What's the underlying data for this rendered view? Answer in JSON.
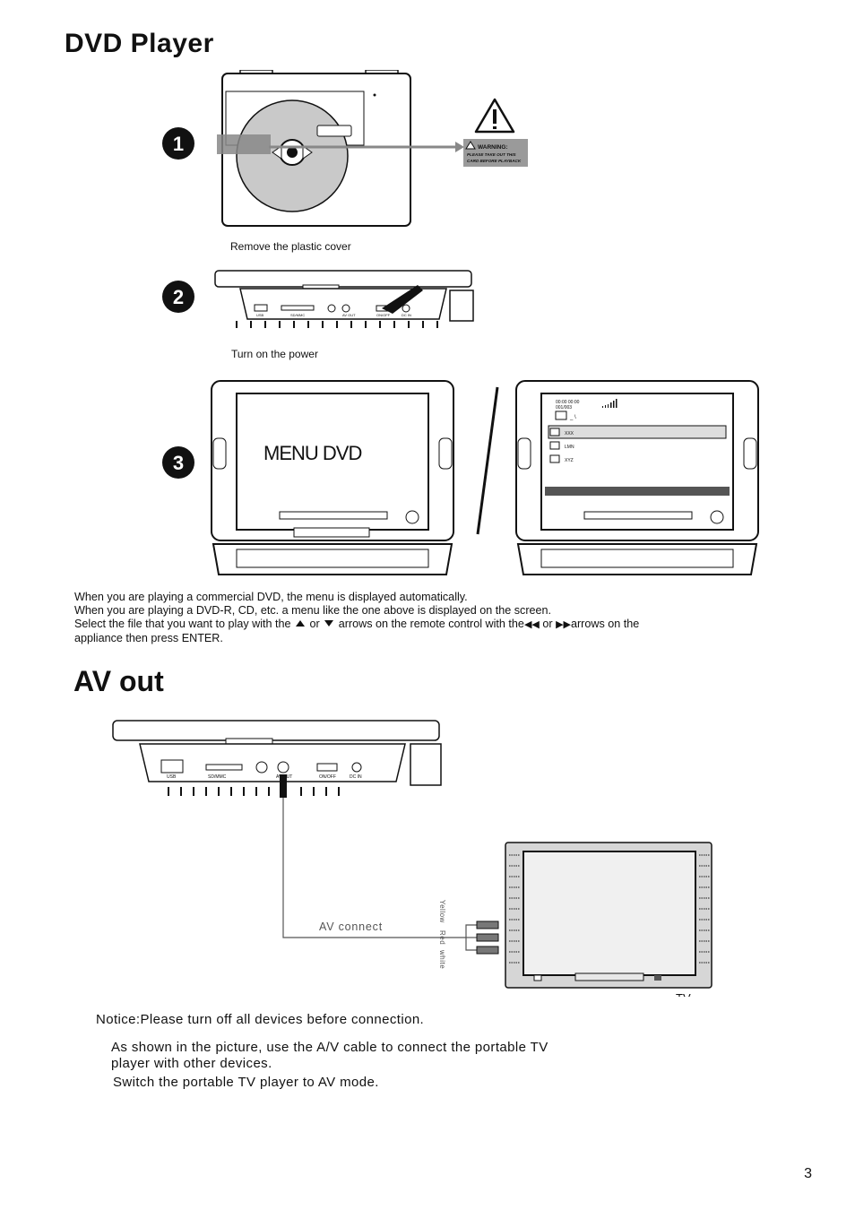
{
  "title": "DVD  Player",
  "steps": [
    {
      "number": "1",
      "caption": "Remove  the  plastic cover"
    },
    {
      "number": "2",
      "caption": "Turn  on  the  power"
    },
    {
      "number": "3"
    }
  ],
  "warning_card": {
    "heading": "WARNING:",
    "line1": "PLEASE TAKE OUT THIS",
    "line2": "CARD BEFORE PLAYBACK"
  },
  "device_ports": {
    "usb": "USB",
    "sd": "SD/MMC",
    "av": "AV OUT",
    "power": "ON/OFF",
    "dc": "DC IN"
  },
  "screen_left": {
    "menu_text": "MENU DVD"
  },
  "screen_right": {
    "time": "00:00  00:00",
    "track": "001/003",
    "path": "_ \\",
    "files": [
      "XXX",
      "LMN",
      "XYZ"
    ]
  },
  "paragraph": {
    "line1": "When you are playing a commercial DVD, the menu is displayed automatically.",
    "line2": "When you are playing a DVD-R, CD, etc.  a menu like the one above is displayed on the screen.",
    "line3_a": "Select the file that you want to play with the",
    "line3_or1": "or",
    "line3_b": "arrows on the remote control with the",
    "line3_or2": "or",
    "line3_c": "arrows on the",
    "line4": "appliance then press ENTER."
  },
  "av_section": {
    "title": "AV out",
    "cable_label": "AV connect",
    "plug_labels": [
      "Yellow",
      "Red",
      "white"
    ],
    "tv_label": "TV",
    "notice": "Notice:Please turn off all devices before connection.",
    "instruction1_line1": "As shown in the picture, use the A/V cable to connect the portable TV",
    "instruction1_line2": "player with other devices.",
    "instruction2": "Switch the portable TV player to AV mode."
  },
  "page_number": "3"
}
